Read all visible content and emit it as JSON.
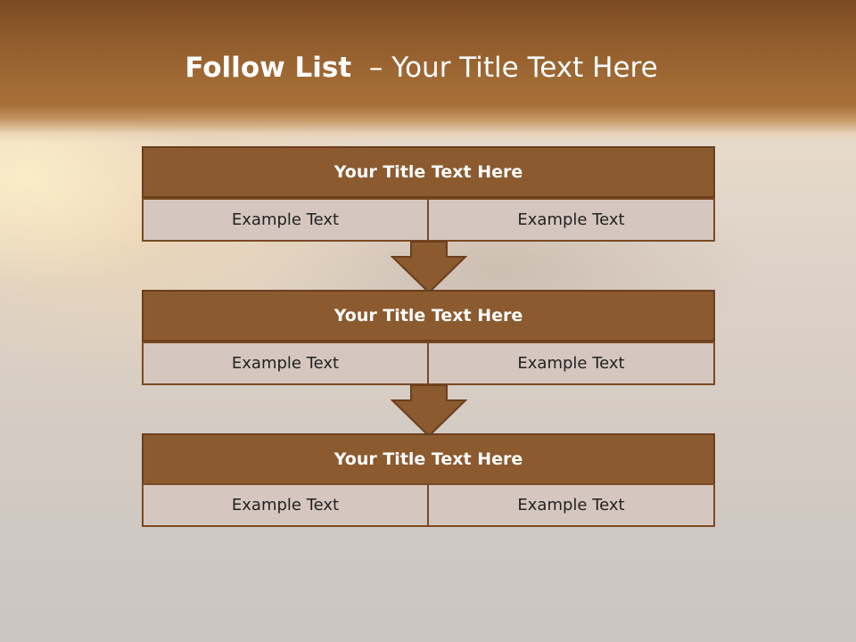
{
  "slide": {
    "title_bold": "Follow List",
    "title_rest": "  – Your Title Text Here"
  },
  "blocks": [
    {
      "heading": "Your Title Text Here",
      "left_text": "Example Text",
      "right_text": "Example Text"
    },
    {
      "heading": "Your Title Text Here",
      "left_text": "Example Text",
      "right_text": "Example Text"
    },
    {
      "heading": "Your Title Text Here",
      "left_text": "Example Text",
      "right_text": "Example Text"
    }
  ],
  "colors": {
    "header_band": "#a06a35",
    "block_head": "#8b5a2f",
    "block_cell": "#d5c7bf",
    "arrow": "#8b5a2f"
  }
}
